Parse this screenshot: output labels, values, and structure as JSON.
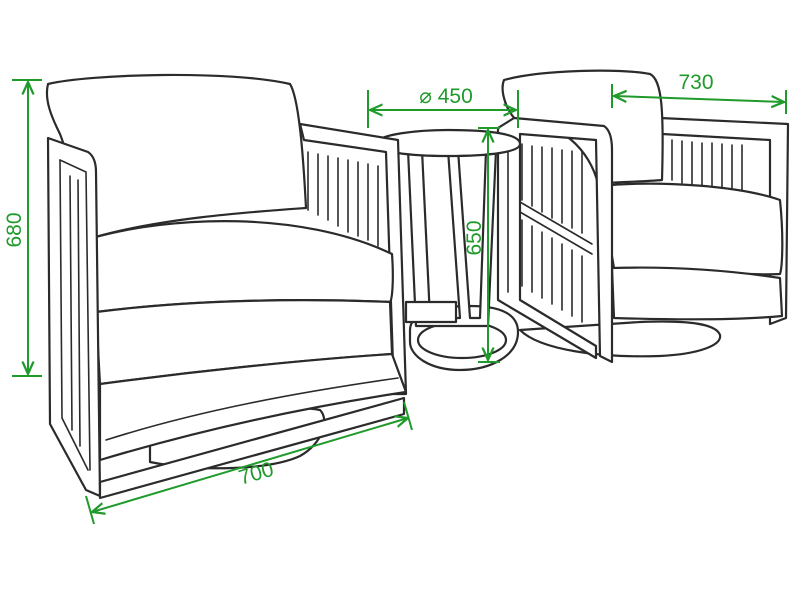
{
  "dimensions": {
    "chair_height": "680",
    "chair_depth": "700",
    "chair_width": "730",
    "table_diameter": "⌀ 450",
    "table_height": "650"
  },
  "colors": {
    "outline": "#2b2b2b",
    "dimension": "#1f9a2b",
    "background": "#ffffff"
  }
}
